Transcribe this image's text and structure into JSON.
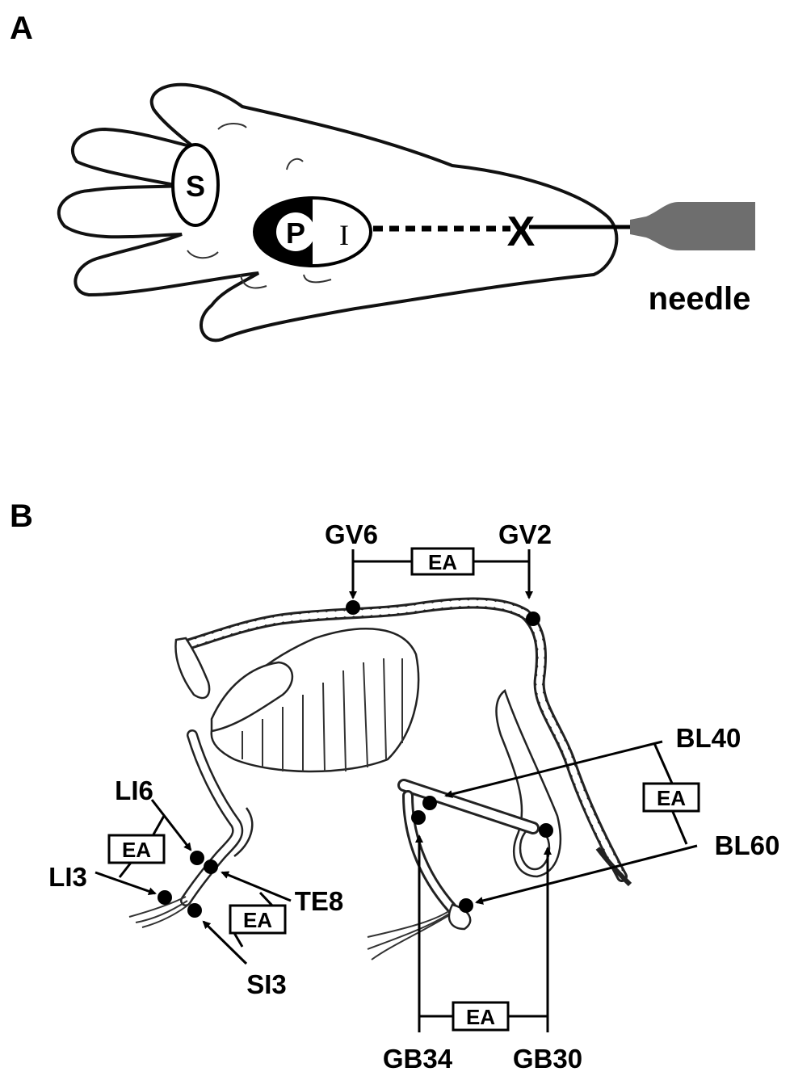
{
  "panel_a": {
    "label": "A",
    "zone_s": "S",
    "zone_p": "P",
    "zone_i": "I",
    "insertion_mark": "X",
    "needle_label": "needle"
  },
  "panel_b": {
    "label": "B",
    "ea_label": "EA",
    "points": {
      "gv6": "GV6",
      "gv2": "GV2",
      "bl40": "BL40",
      "bl60": "BL60",
      "li6": "LI6",
      "li3": "LI3",
      "te8": "TE8",
      "si3": "SI3",
      "gb34": "GB34",
      "gb30": "GB30"
    }
  }
}
